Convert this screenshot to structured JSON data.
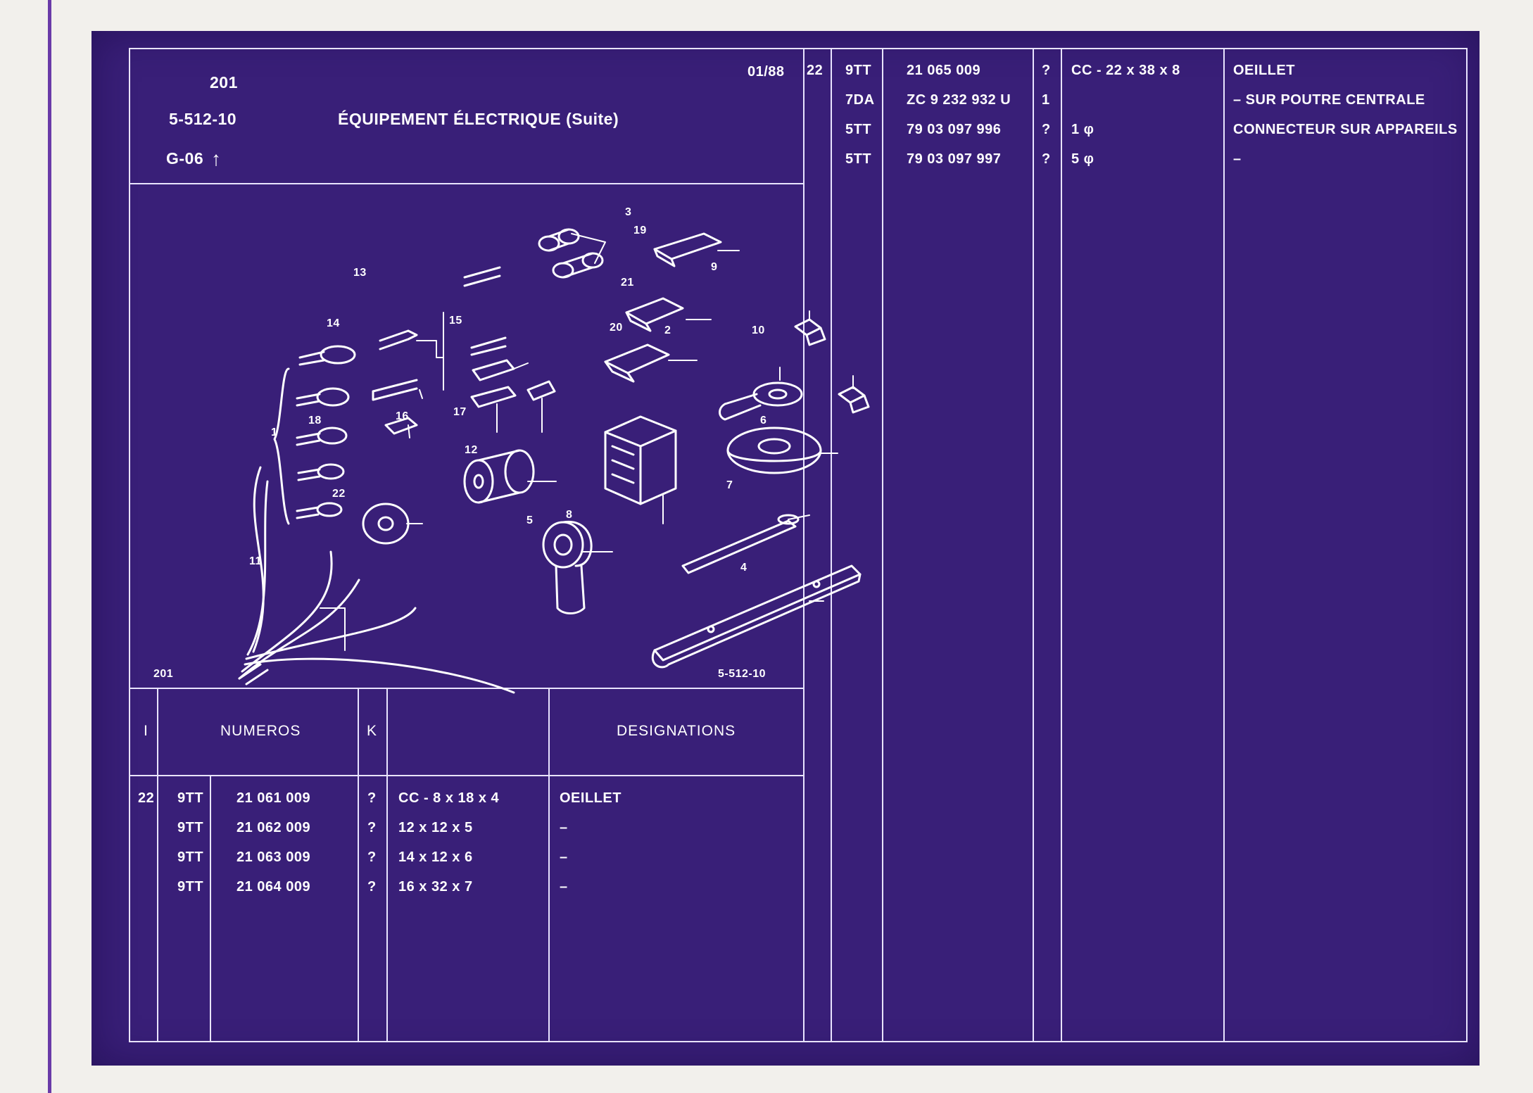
{
  "header": {
    "page_number": "201",
    "ref_code": "5-512-10",
    "group_code": "G-06",
    "arrow_glyph": "↑",
    "title": "ÉQUIPEMENT ÉLECTRIQUE (Suite)",
    "date": "01/88"
  },
  "figure": {
    "caption_left": "201",
    "caption_right": "5-512-10",
    "callouts": [
      "1",
      "2",
      "3",
      "4",
      "5",
      "6",
      "7",
      "8",
      "9",
      "10",
      "11",
      "12",
      "13",
      "14",
      "15",
      "16",
      "17",
      "18",
      "19",
      "20",
      "21",
      "22"
    ]
  },
  "table_left": {
    "headers": {
      "item": "I",
      "numbers": "NUMEROS",
      "k": "K",
      "spec": "",
      "designation": "DESIGNATIONS"
    },
    "rows": [
      {
        "item": "22",
        "prefix": "9TT",
        "number": "21 061 009",
        "k": "?",
        "spec": "CC - 8 x 18 x 4",
        "designation": "OEILLET"
      },
      {
        "item": "",
        "prefix": "9TT",
        "number": "21 062 009",
        "k": "?",
        "spec": "12 x 12 x 5",
        "designation": "–"
      },
      {
        "item": "",
        "prefix": "9TT",
        "number": "21 063 009",
        "k": "?",
        "spec": "14 x 12 x 6",
        "designation": "–"
      },
      {
        "item": "",
        "prefix": "9TT",
        "number": "21 064 009",
        "k": "?",
        "spec": "16 x 32 x 7",
        "designation": "–"
      }
    ]
  },
  "table_right": {
    "rows": [
      {
        "item": "22",
        "prefix": "9TT",
        "number": "21 065 009",
        "k": "?",
        "spec": "CC - 22 x 38 x 8",
        "designation": "OEILLET"
      },
      {
        "item": "",
        "prefix": "7DA",
        "number": "ZC 9 232 932 U",
        "k": "1",
        "spec": "",
        "designation": "– SUR POUTRE CENTRALE"
      },
      {
        "item": "",
        "prefix": "5TT",
        "number": "79 03 097 996",
        "k": "?",
        "spec": "1 φ",
        "designation": "CONNECTEUR SUR APPAREILS"
      },
      {
        "item": "",
        "prefix": "5TT",
        "number": "79 03 097 997",
        "k": "?",
        "spec": "5 φ",
        "designation": "–"
      }
    ]
  },
  "colors": {
    "sheet": "#391f78",
    "ink": "#ffffff",
    "paper": "#f2f0ec",
    "margin_rule": "#6a3aa8"
  }
}
